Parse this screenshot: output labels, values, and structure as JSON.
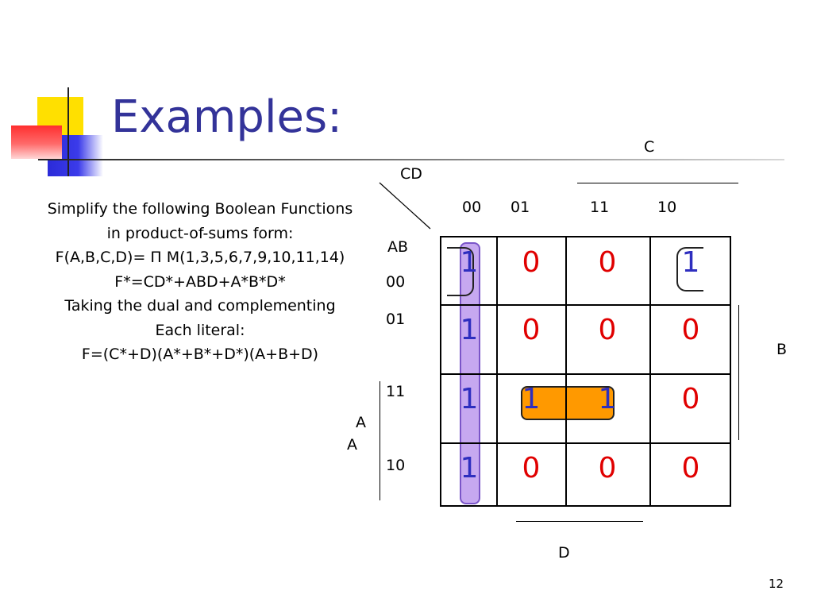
{
  "slide": {
    "title": "Examples:",
    "page_number": "12",
    "text_lines": [
      "Simplify the following Boolean Functions",
      "in product-of-sums form:",
      "F(A,B,C,D)= Π M(1,3,5,6,7,9,10,11,14)",
      "F*=CD*+ABD+A*B*D*",
      "Taking the dual and complementing",
      "Each literal:",
      "F=(C*+D)(A*+B*+D*)(A+B+D)"
    ]
  },
  "kmap": {
    "corner_top_label": "CD",
    "corner_left_label": "AB",
    "col_headers": [
      "00",
      "01",
      "11",
      "10"
    ],
    "row_headers": [
      "00",
      "01",
      "11",
      "10"
    ],
    "label_C": "C",
    "label_B": "B",
    "label_D": "D",
    "label_A1": "A",
    "label_A2": "A",
    "rows": [
      [
        "1",
        "0",
        "0",
        "1"
      ],
      [
        "1",
        "0",
        "0",
        "0"
      ],
      [
        "1",
        "1",
        "1",
        "0"
      ],
      [
        "1",
        "0",
        "0",
        "0"
      ]
    ],
    "colors": {
      "one": "#2e2ebf",
      "zero": "#e00000",
      "loop_purple": "#c6a8f0",
      "loop_orange": "#ff9900"
    }
  }
}
